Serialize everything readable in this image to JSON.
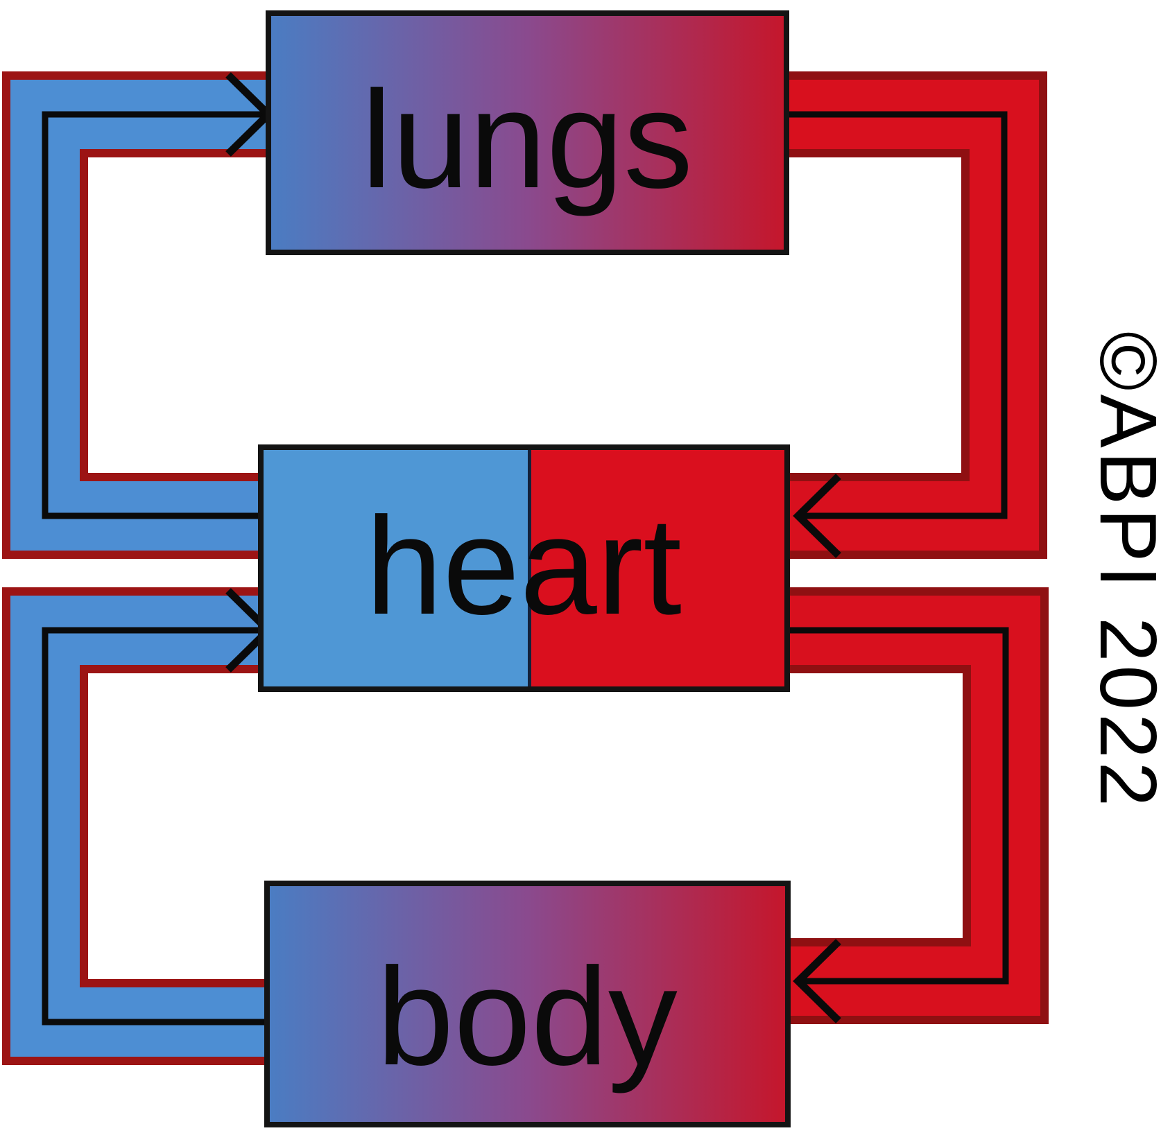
{
  "nodes": [
    {
      "id": "lungs",
      "label": "lungs"
    },
    {
      "id": "heart",
      "label": "heart"
    },
    {
      "id": "body",
      "label": "body"
    }
  ],
  "flows": [
    {
      "from": "heart",
      "to": "lungs",
      "pipe": "blue",
      "arrow": "into lungs (left side)"
    },
    {
      "from": "lungs",
      "to": "heart",
      "pipe": "red",
      "arrow": "into heart (right side)"
    },
    {
      "from": "body",
      "to": "heart",
      "pipe": "blue",
      "arrow": "into heart (left side)"
    },
    {
      "from": "heart",
      "to": "body",
      "pipe": "red",
      "arrow": "into body (right side)"
    }
  ],
  "copyright": "©ABPI 2022",
  "colors": {
    "background": "#ffffff",
    "pipe_blue": "#4d8ed3",
    "pipe_red": "#d8101e",
    "pipe_blue_outline": "#9c1414",
    "pipe_red_outline": "#8f1012",
    "flow_line": "#0a0a0a",
    "heart_left": "#4f97d5",
    "heart_right": "#da0f1e",
    "heart_divider": "#13213a",
    "gradient_left": "#4a7dc3",
    "gradient_mid": "#8a4a8e",
    "gradient_right": "#c5162b",
    "box_border": "#141414",
    "label_color": "#0a0a0a"
  }
}
